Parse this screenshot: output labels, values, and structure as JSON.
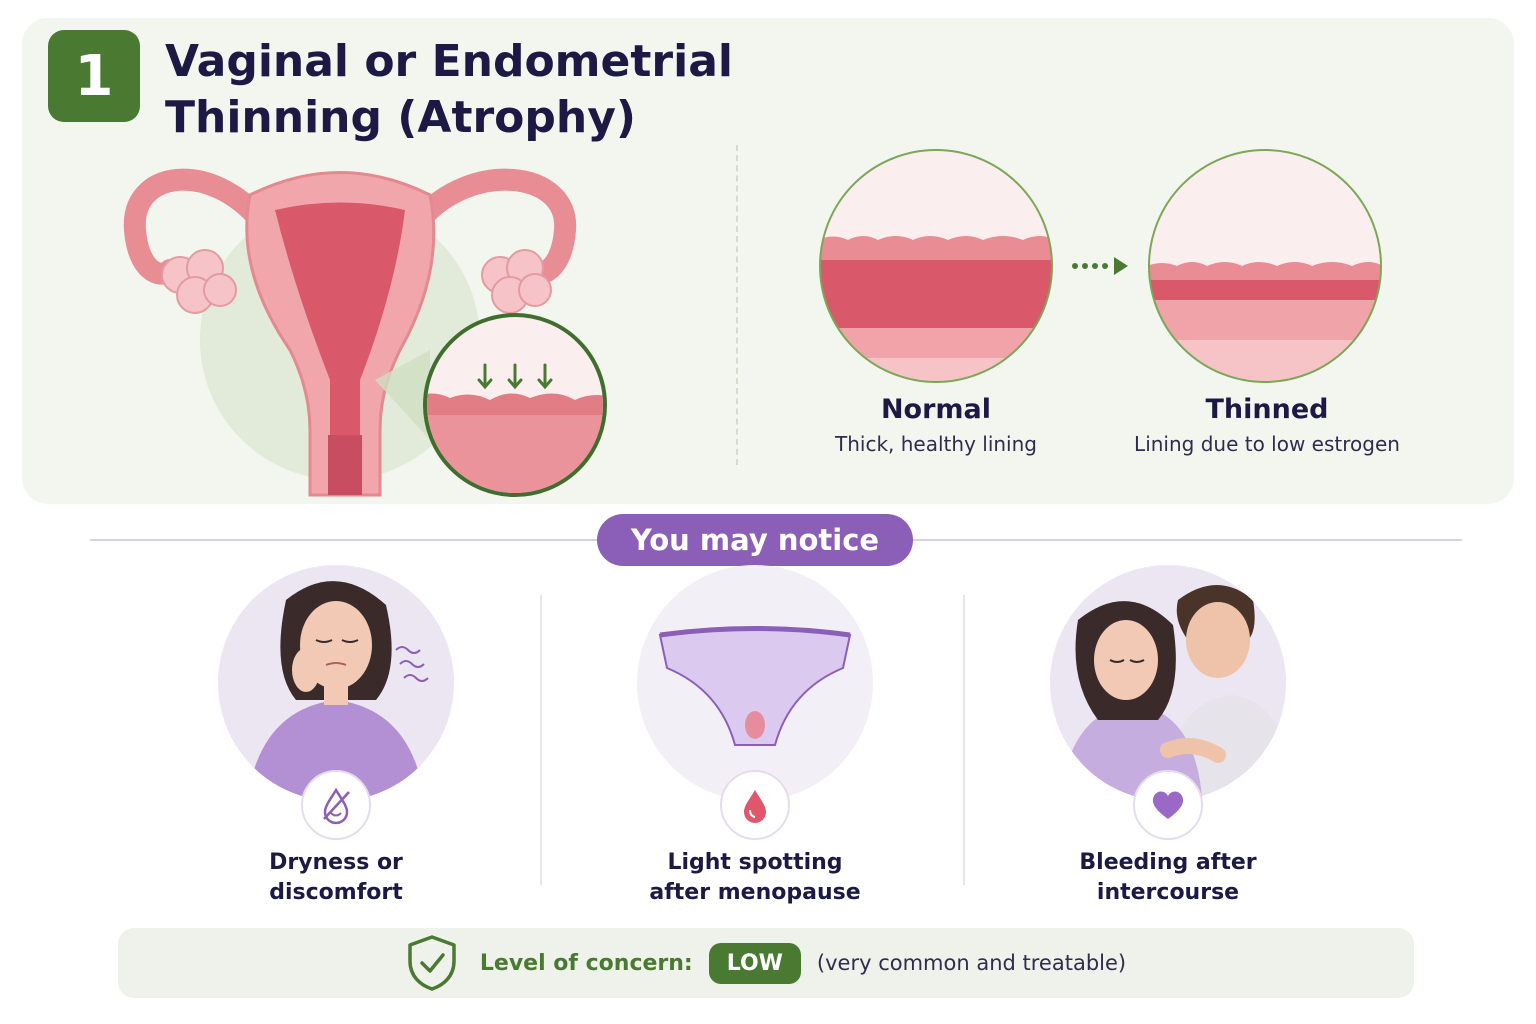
{
  "header": {
    "number": "1",
    "title_line1": "Vaginal or Endometrial",
    "title_line2": "Thinning (Atrophy)"
  },
  "comparison": {
    "normal": {
      "label": "Normal",
      "caption": "Thick, healthy lining"
    },
    "thinned": {
      "label": "Thinned",
      "caption": "Lining due to low estrogen"
    }
  },
  "notice": {
    "heading": "You may notice",
    "items": [
      {
        "line1": "Dryness or",
        "line2": "discomfort",
        "icon": "no-drop-icon"
      },
      {
        "line1": "Light spotting",
        "line2": "after menopause",
        "icon": "blood-drop-icon"
      },
      {
        "line1": "Bleeding after",
        "line2": "intercourse",
        "icon": "heart-icon"
      }
    ]
  },
  "concern": {
    "label": "Level of concern:",
    "level": "LOW",
    "note": "(very common and treatable)"
  },
  "colors": {
    "green": "#4a7a32",
    "purple": "#8b5fb8",
    "tissue": "#e8a0a4"
  }
}
